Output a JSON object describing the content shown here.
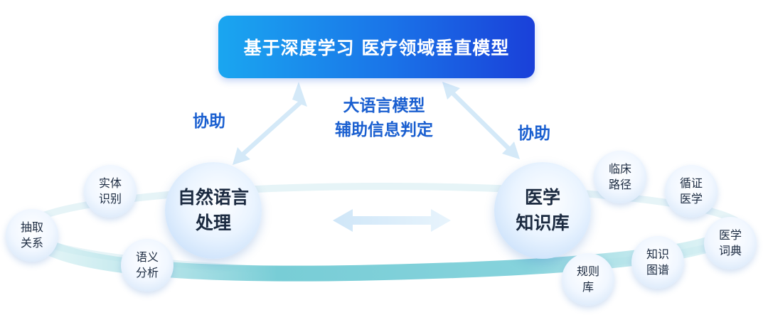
{
  "top_box": {
    "title": "基于深度学习 医疗领域垂直模型"
  },
  "connectors": {
    "left_label": "协助",
    "right_label": "协助",
    "center_line1": "大语言模型",
    "center_line2": "辅助信息判定"
  },
  "nlp": {
    "line1": "自然语言",
    "line2": "处理"
  },
  "kb": {
    "line1": "医学",
    "line2": "知识库"
  },
  "nlp_satellites": [
    {
      "line1": "实体",
      "line2": "识别"
    },
    {
      "line1": "抽取",
      "line2": "关系"
    },
    {
      "line1": "语义",
      "line2": "分析"
    }
  ],
  "kb_satellites": [
    {
      "line1": "临床",
      "line2": "路径"
    },
    {
      "line1": "循证",
      "line2": "医学"
    },
    {
      "line1": "医学",
      "line2": "词典"
    },
    {
      "line1": "知识",
      "line2": "图谱"
    },
    {
      "line1": "规则",
      "line2": "库"
    }
  ],
  "colors": {
    "top_box_start": "#1aa6f0",
    "top_box_end": "#1a40d9",
    "label_blue": "#1a5fd0",
    "ring": "#7fd0d8",
    "arrow": "#cde6f7"
  }
}
